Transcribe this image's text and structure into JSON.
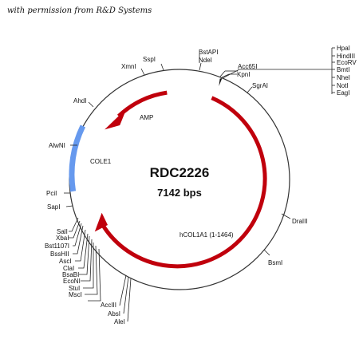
{
  "credit": "with permission from R&D Systems",
  "plasmid": {
    "name": "RDC2226",
    "size": "7142 bps",
    "colors": {
      "backbone": "#333333",
      "arrow": "#c0000c",
      "origin": "#6699ee"
    },
    "features": {
      "amp": "AMP",
      "cole1": "COLE1",
      "insert": "hCOL1A1 (1-1464)"
    },
    "sites": {
      "SspI": "SspI",
      "XmnI": "XmnI",
      "BstAPI": "BstAPI",
      "NdeI": "NdeI",
      "Acc65I": "Acc65I",
      "KpnI": "KpnI",
      "SgrAI": "SgrAI",
      "AhdI": "AhdI",
      "AlwNI": "AlwNI",
      "PciI": "PciI",
      "SapI": "SapI",
      "SalI": "SalI",
      "XbaI": "XbaI",
      "Bst1107I": "Bst1107I",
      "BssHII": "BssHII",
      "AscI": "AscI",
      "ClaI": "ClaI",
      "BsaBI": "BsaBI",
      "EcoNI": "EcoNI",
      "StuI": "StuI",
      "MscI": "MscI",
      "AccIII": "AccIII",
      "AbsI": "AbsI",
      "AleI": "AleI",
      "DraIII": "DraIII",
      "BsmI": "BsmI",
      "HpaI": "HpaI",
      "HindIII": "HindIII",
      "EcoRV": "EcoRV",
      "BmtI": "BmtI",
      "NheI": "NheI",
      "NotI": "NotI",
      "EagI": "EagI"
    }
  }
}
